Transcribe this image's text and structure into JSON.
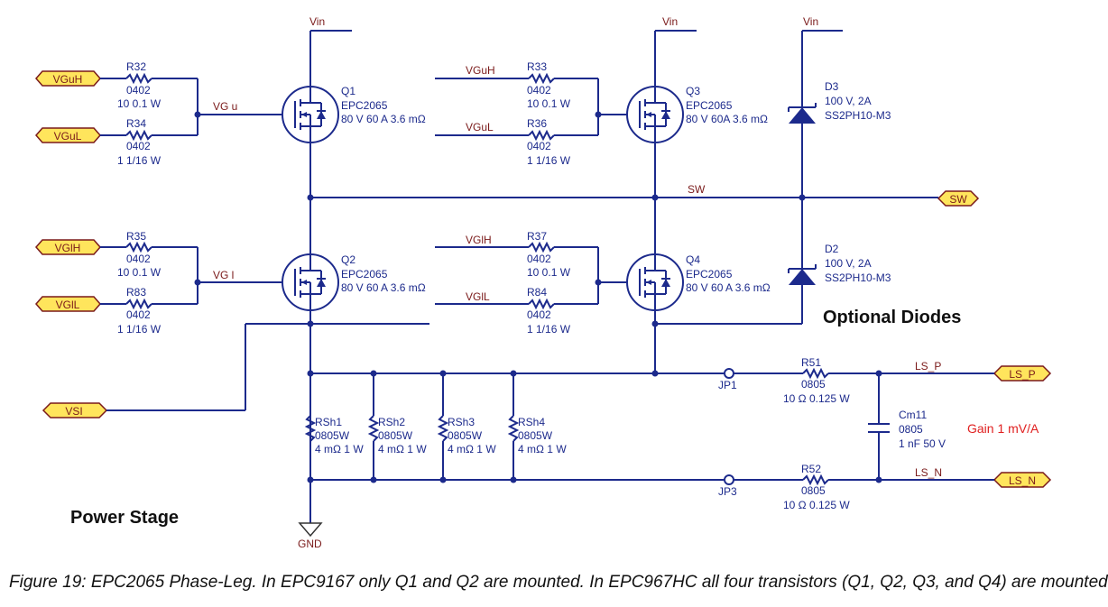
{
  "supply": {
    "vin": "Vin",
    "gnd": "GND"
  },
  "ports": {
    "vguh": "VGuH",
    "vgul": "VGuL",
    "vglh": "VGlH",
    "vgll": "VGlL",
    "vsi": "VSI",
    "sw": "SW",
    "ls_p": "LS_P",
    "ls_n": "LS_N"
  },
  "nets": {
    "vgu": "VG u",
    "vgl": "VG l",
    "sw": "SW",
    "ls_p": "LS_P",
    "ls_n": "LS_N",
    "vguh": "VGuH",
    "vgul": "VGuL",
    "vglh": "VGlH",
    "vgll": "VGlL"
  },
  "resistors": {
    "r32": {
      "ref": "R32",
      "pkg": "0402",
      "val": "10 0.1 W"
    },
    "r34": {
      "ref": "R34",
      "pkg": "0402",
      "val": "1 1/16 W"
    },
    "r35": {
      "ref": "R35",
      "pkg": "0402",
      "val": "10 0.1 W"
    },
    "r83": {
      "ref": "R83",
      "pkg": "0402",
      "val": "1 1/16 W"
    },
    "r33": {
      "ref": "R33",
      "pkg": "0402",
      "val": "10 0.1 W"
    },
    "r36": {
      "ref": "R36",
      "pkg": "0402",
      "val": "1 1/16 W"
    },
    "r37": {
      "ref": "R37",
      "pkg": "0402",
      "val": "10 0.1 W"
    },
    "r84": {
      "ref": "R84",
      "pkg": "0402",
      "val": "1 1/16 W"
    },
    "r51": {
      "ref": "R51",
      "pkg": "0805",
      "val": "10 Ω 0.125 W"
    },
    "r52": {
      "ref": "R52",
      "pkg": "0805",
      "val": "10 Ω 0.125 W"
    }
  },
  "shunts": [
    {
      "ref": "RSh1",
      "pkg": "0805W",
      "val": "4 mΩ 1 W"
    },
    {
      "ref": "RSh2",
      "pkg": "0805W",
      "val": "4 mΩ 1 W"
    },
    {
      "ref": "RSh3",
      "pkg": "0805W",
      "val": "4 mΩ 1 W"
    },
    {
      "ref": "RSh4",
      "pkg": "0805W",
      "val": "4 mΩ 1 W"
    }
  ],
  "transistors": {
    "q1": {
      "ref": "Q1",
      "part": "EPC2065",
      "spec": "80 V 60 A 3.6 mΩ"
    },
    "q2": {
      "ref": "Q2",
      "part": "EPC2065",
      "spec": "80 V 60 A 3.6 mΩ"
    },
    "q3": {
      "ref": "Q3",
      "part": "EPC2065",
      "spec": "80 V 60A 3.6 mΩ"
    },
    "q4": {
      "ref": "Q4",
      "part": "EPC2065",
      "spec": "80 V 60 A 3.6 mΩ"
    }
  },
  "diodes": {
    "d3": {
      "ref": "D3",
      "rating": "100 V, 2A",
      "part": "SS2PH10-M3"
    },
    "d2": {
      "ref": "D2",
      "rating": "100 V, 2A",
      "part": "SS2PH10-M3"
    }
  },
  "capacitor": {
    "ref": "Cm11",
    "pkg": "0805",
    "val": "1 nF 50 V"
  },
  "jumpers": {
    "jp1": "JP1",
    "jp3": "JP3"
  },
  "labels": {
    "optional_diodes": "Optional Diodes",
    "power_stage": "Power Stage",
    "gain": "Gain 1 mV/A"
  },
  "caption": "Figure 19: EPC2065 Phase-Leg. In EPC9167 only Q1 and Q2 are mounted.  In EPC967HC all four transistors (Q1, Q2, Q3, and Q4) are mounted.",
  "colors": {
    "wire": "#1c2a8c",
    "port_fill": "#ffe55c",
    "port_text": "#7a1a1a",
    "gain": "#e02020"
  }
}
